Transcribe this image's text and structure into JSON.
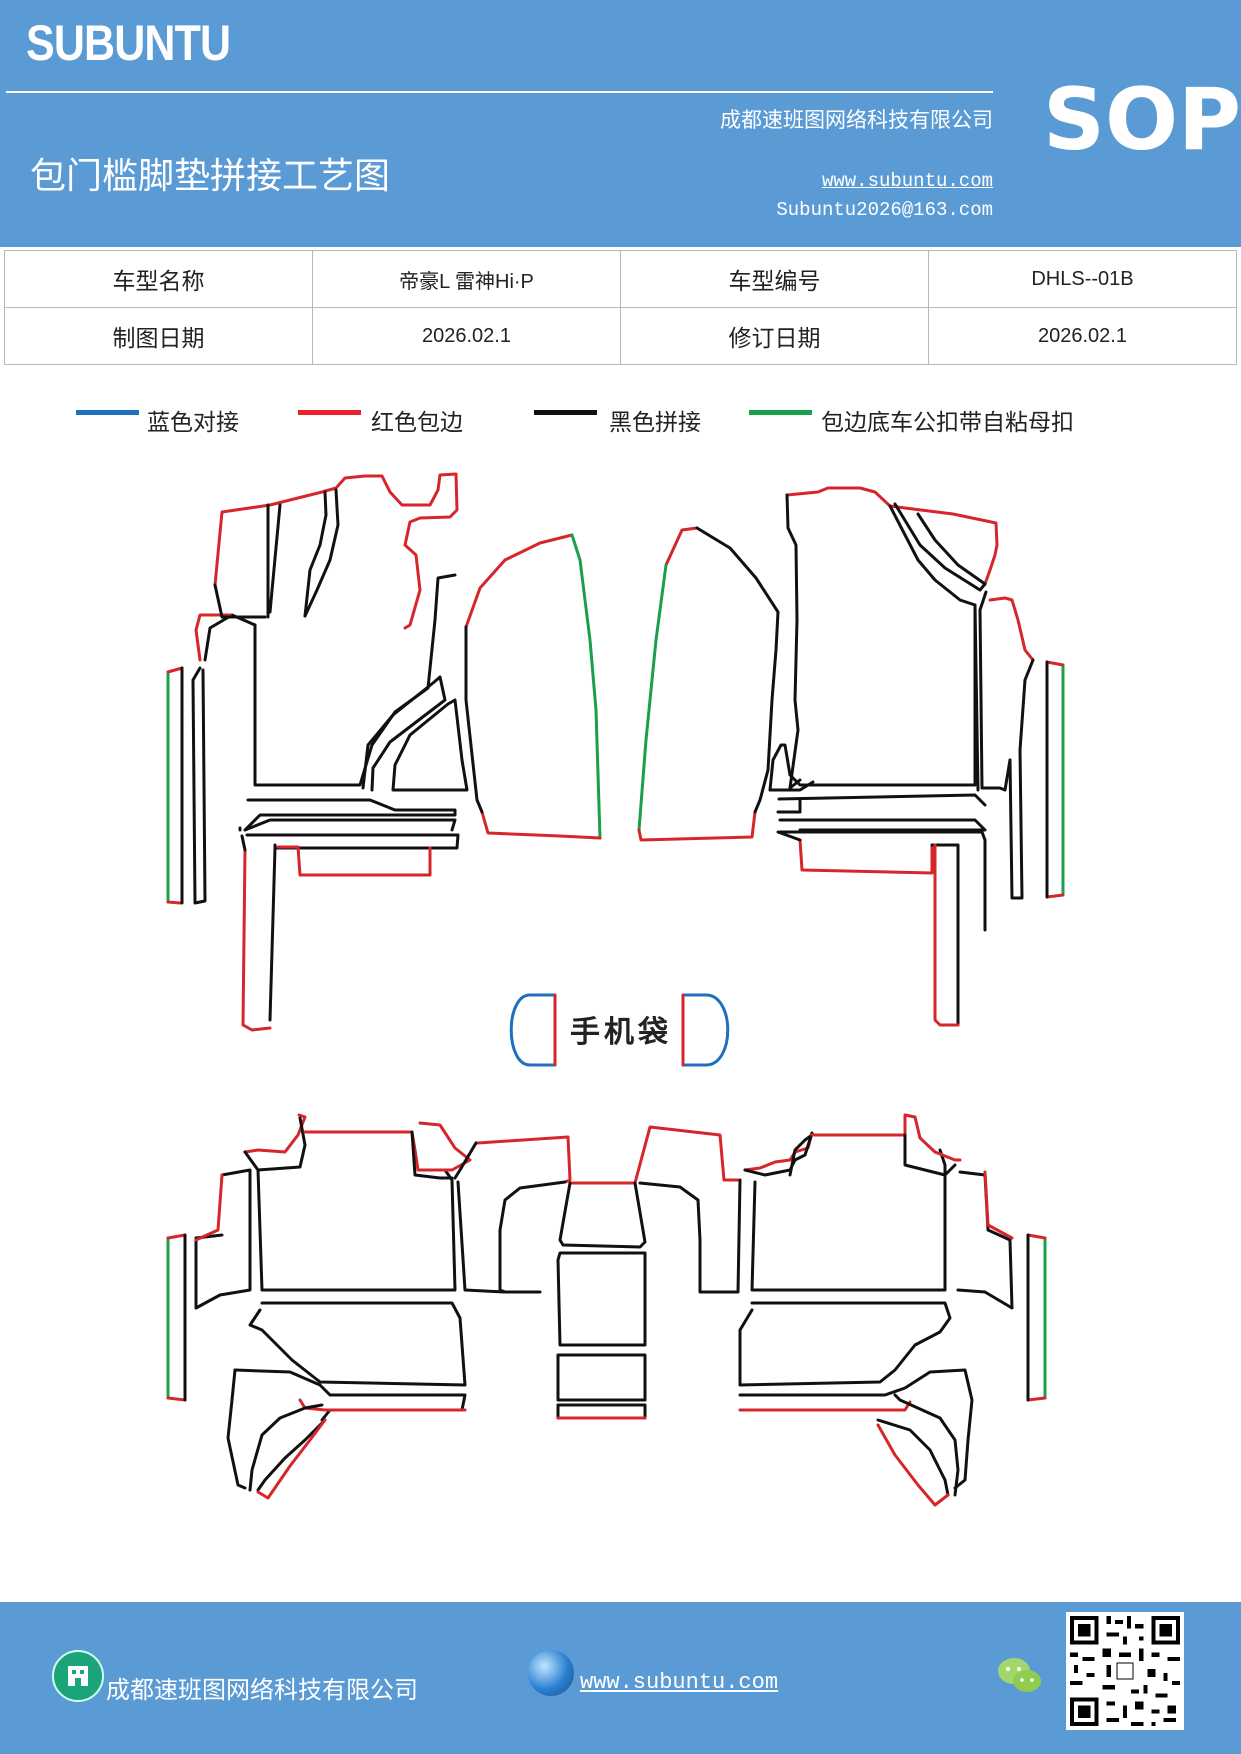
{
  "header": {
    "brand": "SUBUNTU",
    "company": "成都速班图网络科技有限公司",
    "title": "包门槛脚垫拼接工艺图",
    "website": "www.subuntu.com",
    "email": "Subuntu2026@163.com",
    "sop": "SOP"
  },
  "info": {
    "model_name_label": "车型名称",
    "model_name_value": "帝豪L 雷神Hi·P",
    "model_no_label": "车型编号",
    "model_no_value": "DHLS--01B",
    "draw_date_label": "制图日期",
    "draw_date_value": "2026.02.1",
    "revise_date_label": "修订日期",
    "revise_date_value": "2026.02.1"
  },
  "legend": [
    {
      "label": "蓝色对接",
      "color": "#1f6fbf"
    },
    {
      "label": "红色包边",
      "color": "#e8212a"
    },
    {
      "label": "黑色拼接",
      "color": "#111111"
    },
    {
      "label": "包边底车公扣带自粘母扣",
      "color": "#1aa04a"
    }
  ],
  "diagram": {
    "pocket_label": "手机袋"
  },
  "footer": {
    "company": "成都速班图网络科技有限公司",
    "website": "www.subuntu.com"
  }
}
